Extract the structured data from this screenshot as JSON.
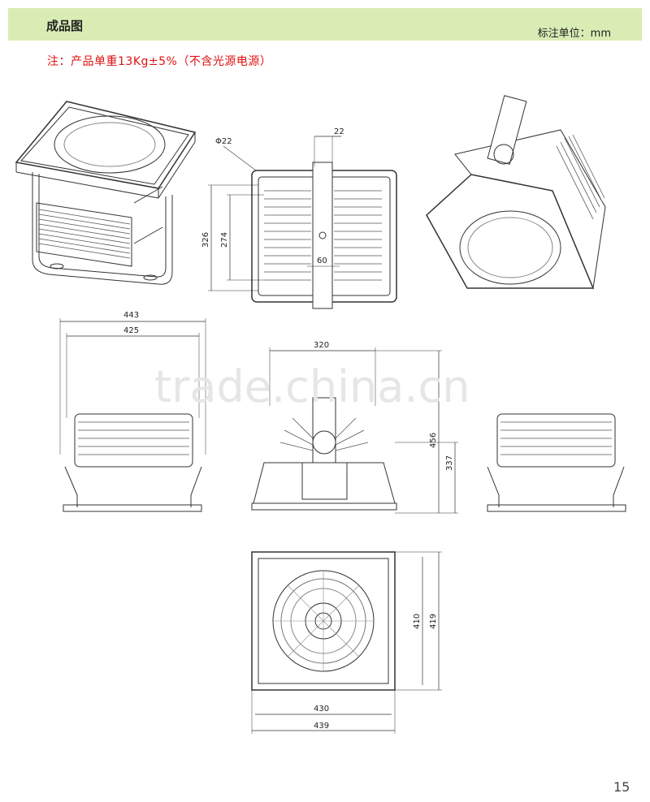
{
  "header": {
    "title": "成品图",
    "unit": "标注单位：mm"
  },
  "note": "注：产品单重13Kg±5%（不含光源电源）",
  "dimensions": {
    "phi": "Φ22",
    "bracket_width": "22",
    "height_outer": "326",
    "height_inner": "274",
    "center_width": "60",
    "front_outer": "443",
    "front_inner": "425",
    "side_width": "320",
    "side_height_total": "456",
    "side_height_body": "337",
    "top_height_inner": "410",
    "top_height_outer": "419",
    "top_width_inner": "430",
    "top_width_outer": "439"
  },
  "watermark": "trade.china.cn",
  "page_number": "15"
}
